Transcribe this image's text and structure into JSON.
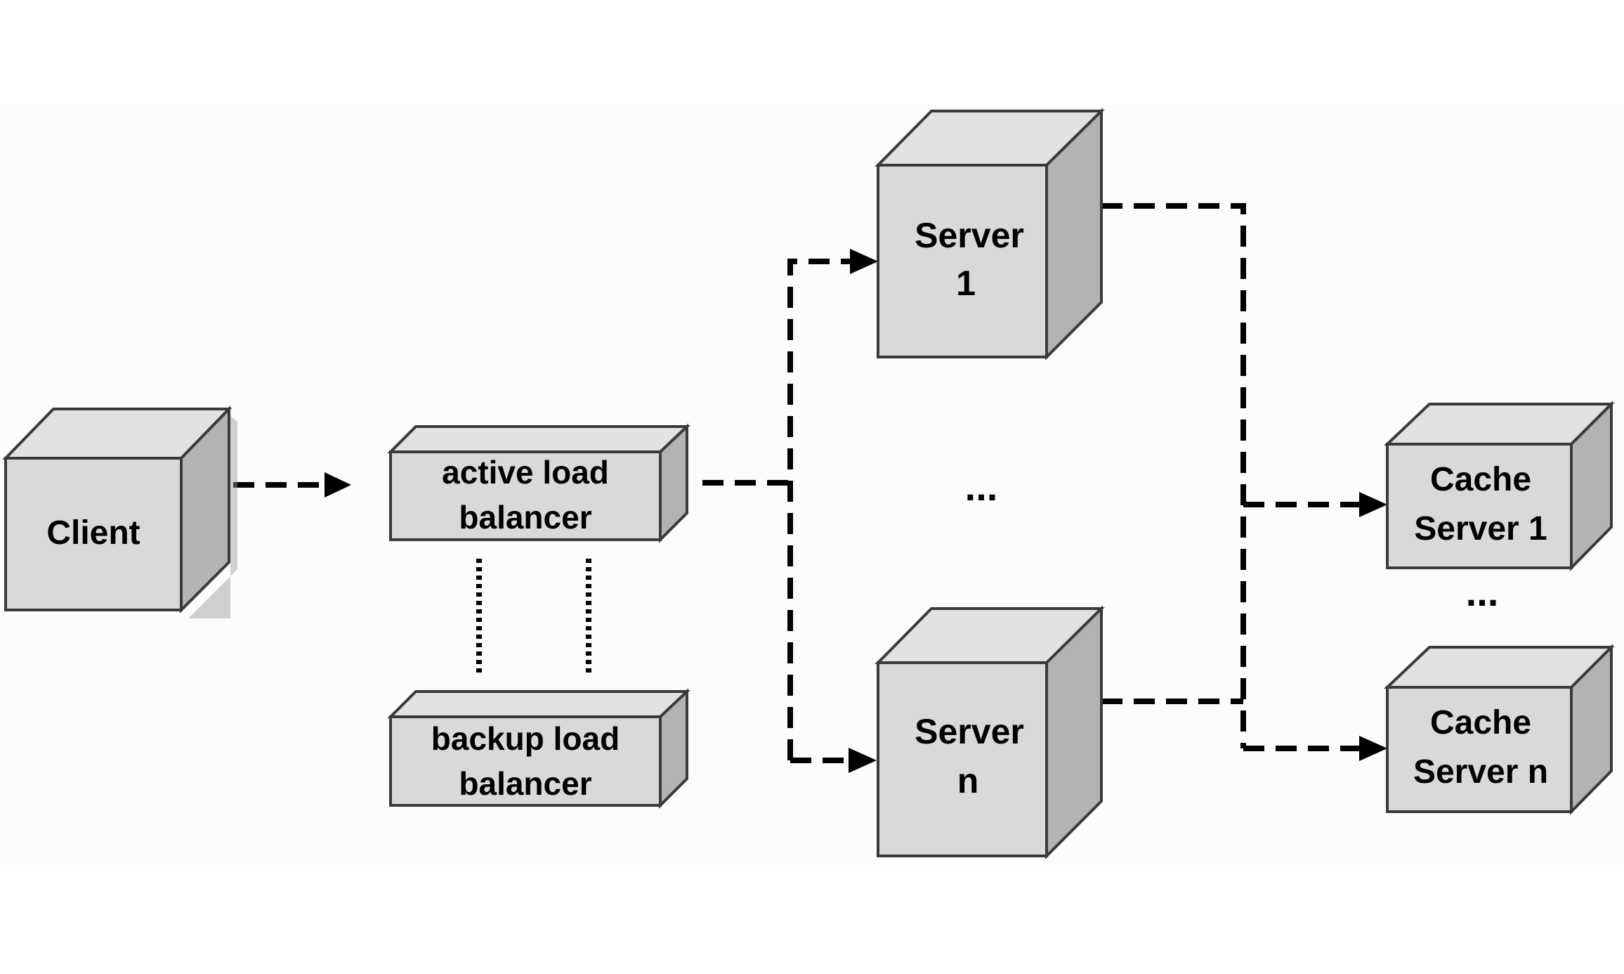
{
  "nodes": {
    "client": {
      "line1": "Client"
    },
    "active_lb": {
      "line1": "active load",
      "line2": "balancer"
    },
    "backup_lb": {
      "line1": "backup load",
      "line2": "balancer"
    },
    "server1": {
      "line1": "Server",
      "line2": "1"
    },
    "servern": {
      "line1": "Server",
      "line2": "n"
    },
    "cache1": {
      "line1": "Cache",
      "line2": "Server 1"
    },
    "cachen": {
      "line1": "Cache",
      "line2": "Server n"
    }
  },
  "ellipsis": {
    "servers": "...",
    "caches": "..."
  }
}
